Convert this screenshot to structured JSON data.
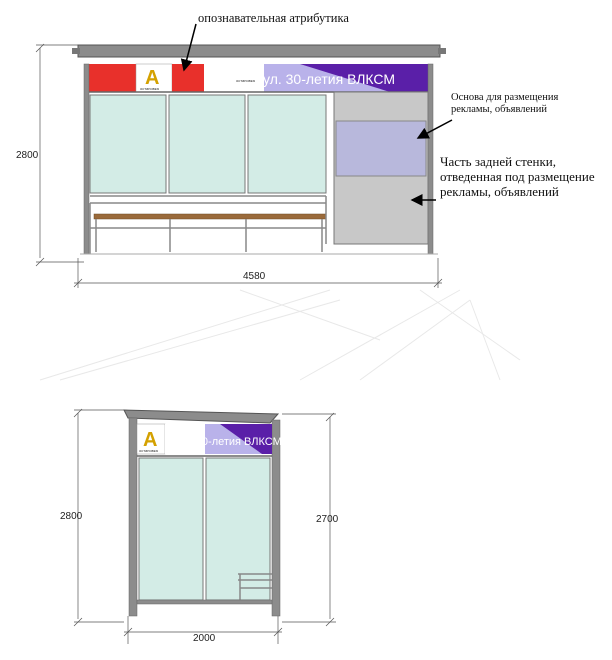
{
  "annotations": {
    "identification": "опознавательная атрибутика",
    "ad_base": "Основа для размещения рекламы, объявлений",
    "back_wall_part": "Часть задней стенки, отведенная под размещение рекламы, объявлений"
  },
  "front_view": {
    "height_dim": "2800",
    "width_dim": "4580"
  },
  "side_view": {
    "height_left_dim": "2800",
    "height_right_dim": "2700",
    "width_dim": "2000"
  },
  "sign": {
    "letter": "A",
    "stop_word": "остановка",
    "street": "ул. 30-летия ВЛКСМ"
  },
  "colors": {
    "frame": "#8c8c8c",
    "glass": "#d3ece6",
    "sign_red": "#e8302b",
    "sign_purple": "#5a1fa8",
    "bench": "#9a6a3a",
    "ad_panel": "#b8b8dc",
    "back_wall": "#c8c8c8"
  }
}
